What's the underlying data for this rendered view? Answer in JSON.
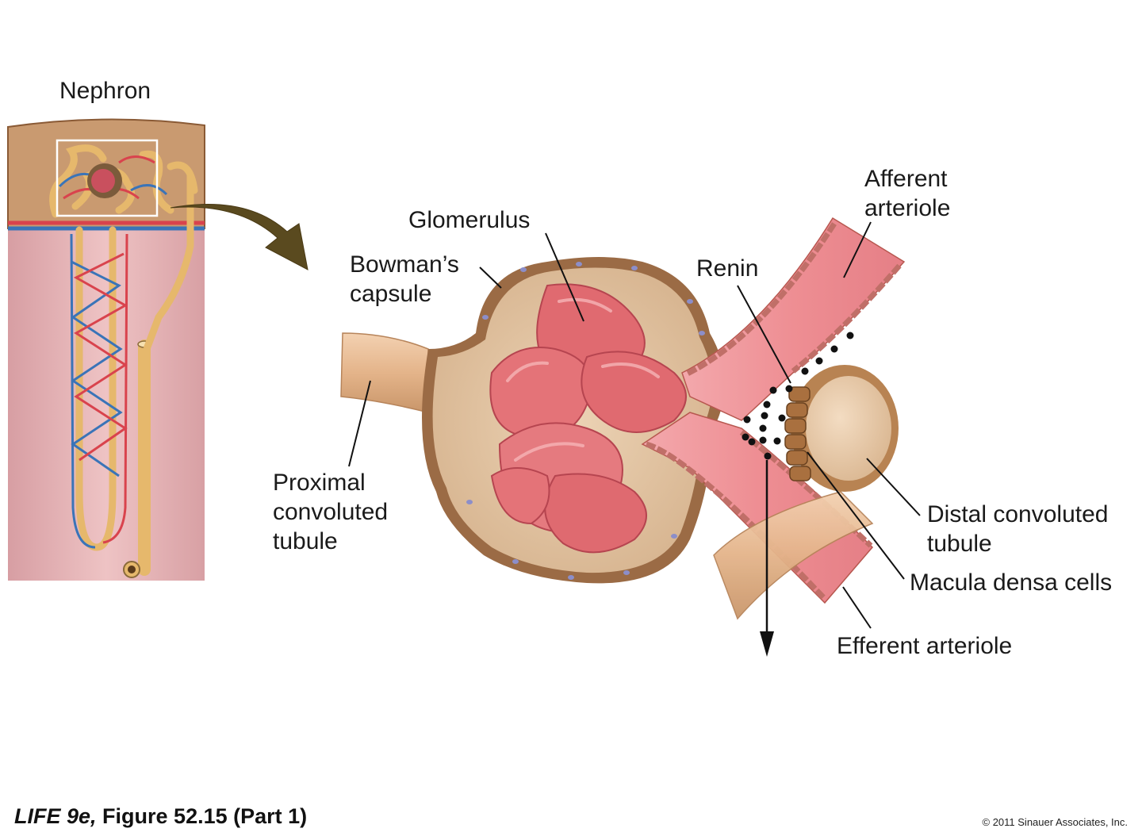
{
  "inset": {
    "title": "Nephron"
  },
  "labels": {
    "glomerulus": "Glomerulus",
    "bowmans_capsule": [
      "Bowman’s",
      "capsule"
    ],
    "afferent_arteriole": [
      "Afferent",
      "arteriole"
    ],
    "renin": "Renin",
    "proximal_tubule": [
      "Proximal",
      "convoluted",
      "tubule"
    ],
    "distal_tubule": [
      "Distal convoluted",
      "tubule"
    ],
    "macula_densa": "Macula densa cells",
    "efferent_arteriole": "Efferent arteriole"
  },
  "caption": {
    "book": "LIFE 9e,",
    "figure": "Figure 52.15 (Part 1)"
  },
  "copyright": "© 2011 Sinauer Associates, Inc.",
  "colors": {
    "cortex": "#c89a70",
    "medulla": "#e3b6b8",
    "artery": "#d9434d",
    "vein": "#3a74b8",
    "tubule": "#eec47a",
    "capsule": "#d7b593",
    "glomerulus": "#e06a70",
    "arteriole": "#e9868c",
    "pointer_arrow": "#5a4a1f"
  }
}
